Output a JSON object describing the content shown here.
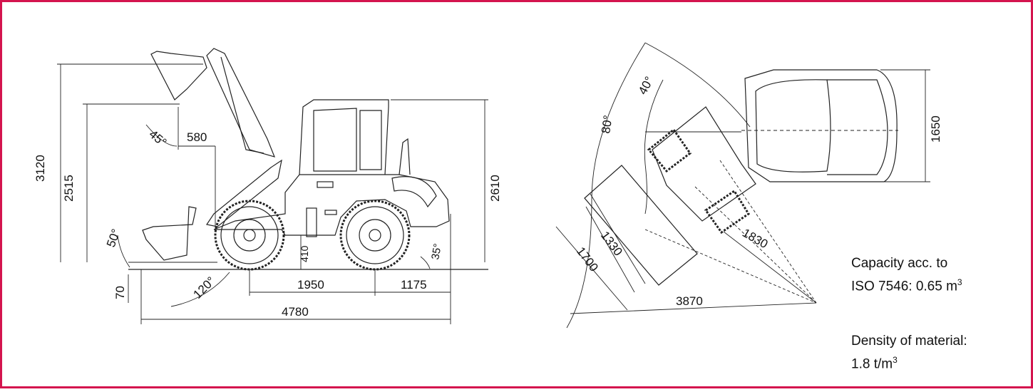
{
  "colors": {
    "frame": "#d4144e",
    "line": "#222222",
    "text": "#111111"
  },
  "side_view": {
    "heights": {
      "h3120": "3120",
      "h2515": "2515",
      "h2610": "2610",
      "h410": "410",
      "h70": "70"
    },
    "lengths": {
      "l580": "580",
      "l1950": "1950",
      "l1175": "1175",
      "l4780": "4780"
    },
    "angles": {
      "a45": "45°",
      "a50": "50°",
      "a120": "120°",
      "a35": "35°"
    }
  },
  "top_view": {
    "dims": {
      "d1650": "1650",
      "d1330": "1330",
      "d1700": "1700",
      "d1830": "1830",
      "d3870": "3870"
    },
    "angles": {
      "a80": "80°",
      "a40": "40°"
    }
  },
  "notes": {
    "capacity_line1": "Capacity acc. to",
    "capacity_line2_prefix": "ISO 7546: 0.65 m",
    "capacity_sup": "3",
    "density_line1": "Density of material:",
    "density_line2_prefix": "1.8 t/m",
    "density_sup": "3"
  }
}
